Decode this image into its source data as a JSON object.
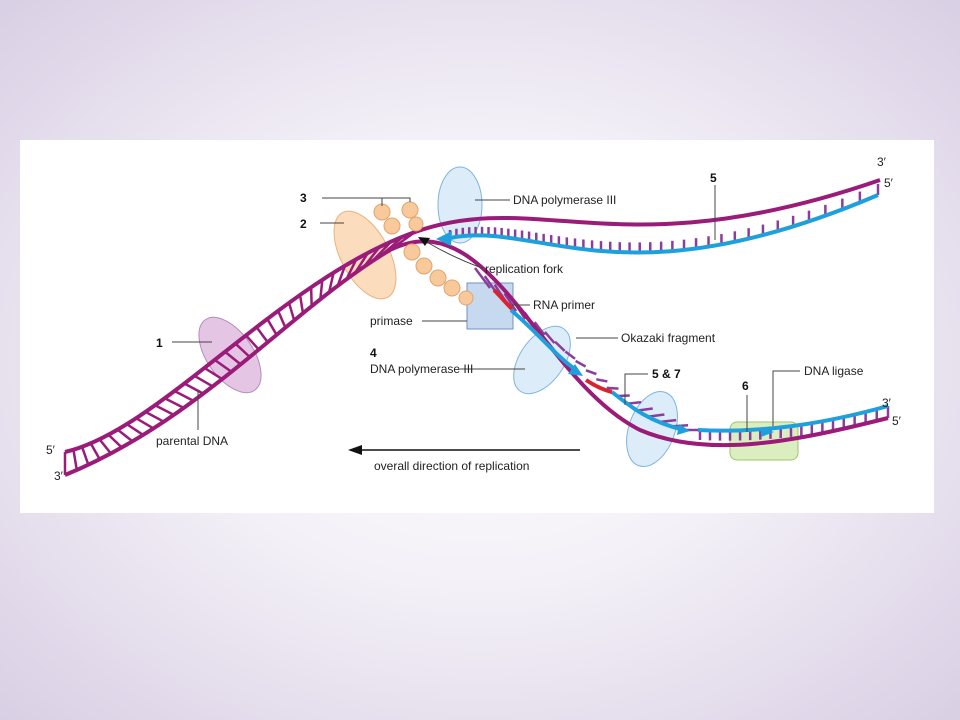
{
  "labels": {
    "dna_polymerase_top": "DNA polymerase III",
    "replication_fork": "replication fork",
    "rna_primer": "RNA primer",
    "primase": "primase",
    "okazaki_fragment": "Okazaki fragment",
    "dna_polymerase_bottom": "DNA polymerase III",
    "dna_ligase": "DNA ligase",
    "parental_dna": "parental DNA",
    "overall_direction": "overall direction of replication"
  },
  "numbers": {
    "n1": "1",
    "n2": "2",
    "n3": "3",
    "n4": "4",
    "n5_top": "5",
    "n5and7": "5 & 7",
    "n6": "6"
  },
  "ends": {
    "left_top": "5′",
    "left_bottom": "3′",
    "right_top_upper": "3′",
    "right_top_lower": "5′",
    "right_bottom_upper": "3′",
    "right_bottom_lower": "5′"
  },
  "colors": {
    "parental_strand": "#9a1b78",
    "new_strand": "#1ea0dc",
    "rna_primer": "#d9232e",
    "helicase": "#f7c99b",
    "polymerase": "#c9e2f5",
    "primase_box": "#c4d6ee",
    "parental_enzyme": "#e1bde0",
    "ligase": "#d6ecb5"
  }
}
